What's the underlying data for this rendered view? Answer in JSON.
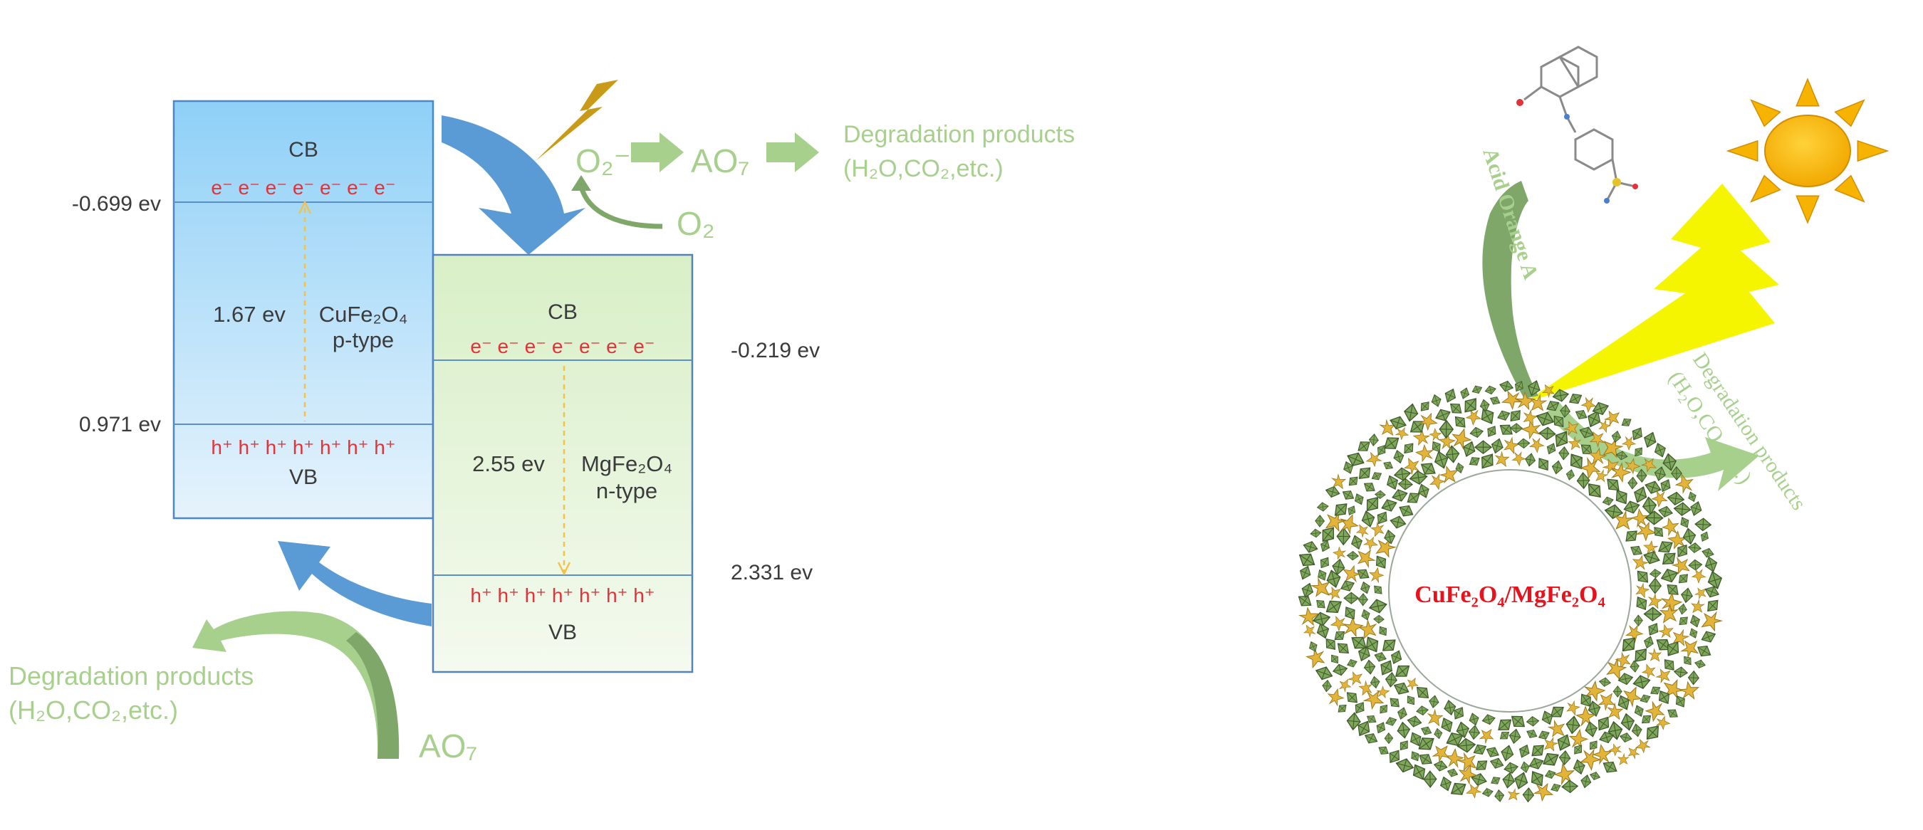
{
  "colors": {
    "cuBoxTop": "#8fd0f7",
    "cuBoxBottom": "#e6f3fc",
    "cuBorder": "#4a88c7",
    "mgBoxTop": "#d8efc7",
    "mgBoxBottom": "#f2f9ec",
    "mgBorder": "#5582b7",
    "electron": "#e0333a",
    "energyText": "#3b3b3b",
    "levelLine": "#5a8fc7",
    "dashed": "#f2c24a",
    "blueArrow": "#5b9bd5",
    "lightGreen": "#a8d08d",
    "darkGreen": "#7fa76a",
    "lightning": "#c89a18",
    "yellowBolt": "#f5f500",
    "sun": "#f6b400",
    "coreText": "#e8121c"
  },
  "left": {
    "cu": {
      "cb_label": "CB",
      "vb_label": "VB",
      "electrons": "e⁻ e⁻ e⁻ e⁻ e⁻ e⁻ e⁻",
      "holes": "h⁺ h⁺ h⁺ h⁺ h⁺ h⁺ h⁺",
      "gap": "1.67 ev",
      "material": "CuFe₂O₄",
      "type": "p-type",
      "cb_energy": "-0.699 ev",
      "vb_energy": "0.971 ev"
    },
    "mg": {
      "cb_label": "CB",
      "vb_label": "VB",
      "electrons": "e⁻ e⁻ e⁻ e⁻ e⁻ e⁻ e⁻",
      "holes": "h⁺ h⁺ h⁺ h⁺ h⁺ h⁺ h⁺",
      "gap": "2.55 ev",
      "material": "MgFe₂O₄",
      "type": "n-type",
      "cb_energy": "-0.219 ev",
      "vb_energy": "2.331 ev"
    },
    "top_reaction": {
      "superoxide": "O₂⁻",
      "oxygen": "O₂",
      "pollutant": "AO₇",
      "products_line1": "Degradation products",
      "products_line2": "(H₂O,CO₂,etc.)"
    },
    "bottom_reaction": {
      "pollutant": "AO₇",
      "products_line1": "Degradation products",
      "products_line2": "(H₂O,CO₂,etc.)"
    }
  },
  "right": {
    "dye_label": "Acid Orange A",
    "core_label": "CuFe₂O₄/MgFe₂O₄",
    "products_line1": "Degradation products",
    "products_line2": "(H₂O,CO₂,etc.)"
  }
}
